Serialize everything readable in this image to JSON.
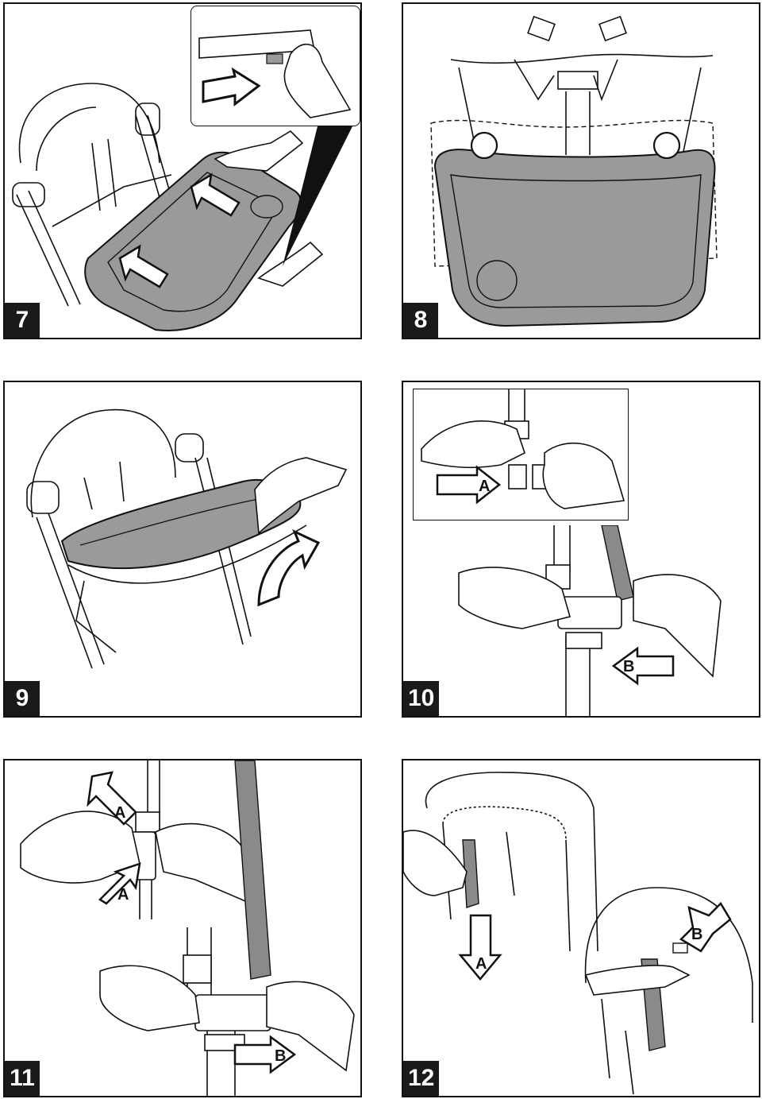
{
  "steps": [
    {
      "number": "7"
    },
    {
      "number": "8"
    },
    {
      "number": "9"
    },
    {
      "number": "10",
      "labels": [
        "A",
        "B"
      ]
    },
    {
      "number": "11",
      "labels": [
        "A",
        "A",
        "B"
      ]
    },
    {
      "number": "12",
      "labels": [
        "A",
        "B"
      ]
    }
  ],
  "colors": {
    "tray_fill": "#9a9a9a",
    "strap_fill": "#8a8a8a",
    "line": "#111111",
    "number_bg": "#1a1a1a",
    "number_text": "#ffffff"
  }
}
